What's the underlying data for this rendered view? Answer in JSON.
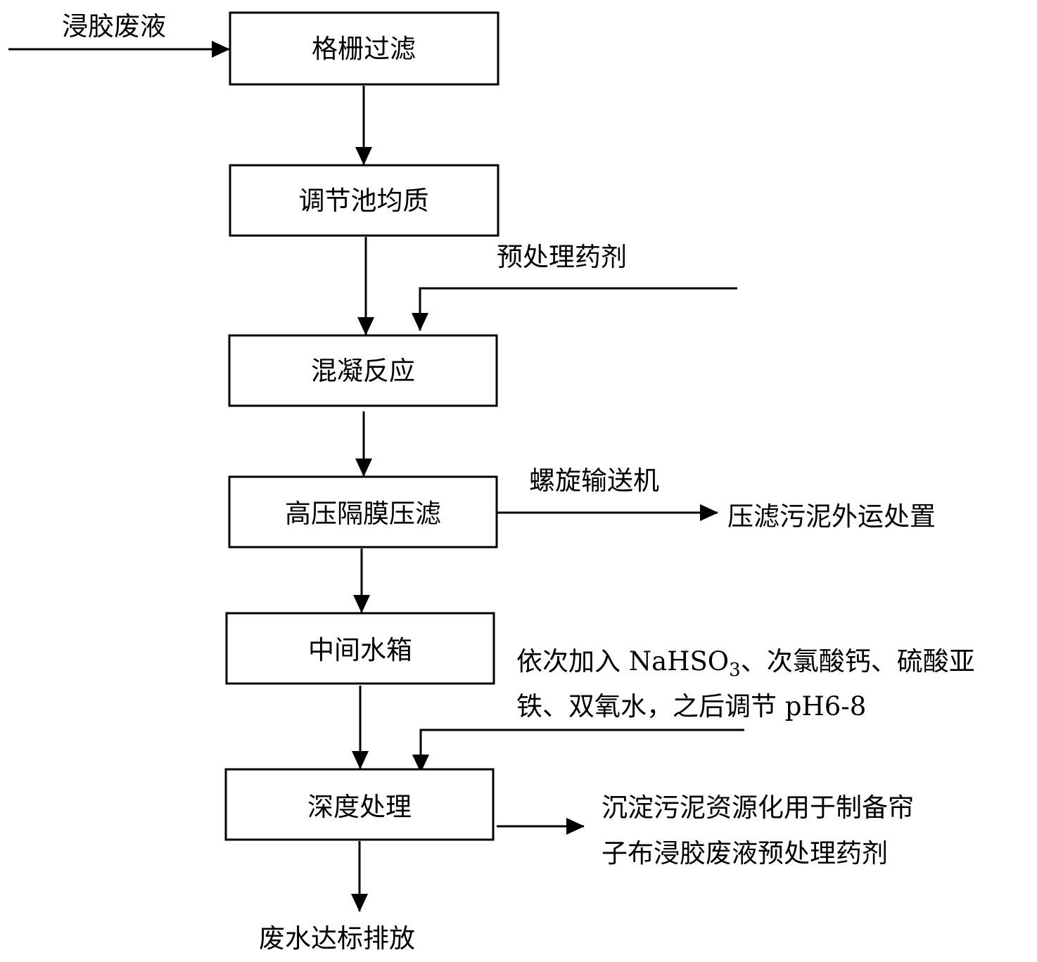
{
  "input_label": "浸胶废液",
  "steps": [
    {
      "id": "step1",
      "label": "格栅过滤"
    },
    {
      "id": "step2",
      "label": "调节池均质"
    },
    {
      "id": "step3",
      "label": "混凝反应"
    },
    {
      "id": "step4",
      "label": "高压隔膜压滤"
    },
    {
      "id": "step5",
      "label": "中间水箱"
    },
    {
      "id": "step6",
      "label": "深度处理"
    }
  ],
  "pretreatment_agent_label": "预处理药剂",
  "conveyor_label": "螺旋输送机",
  "sludge_out_label": "压滤污泥外运处置",
  "advanced_reagents": {
    "line1_prefix": "依次加入 NaHSO",
    "line1_sub": "3",
    "line1_suffix": "、次氯酸钙、硫酸亚",
    "line2": "铁、双氧水，之后调节 pH6-8"
  },
  "sludge_reuse": {
    "line1": "沉淀污泥资源化用于制备帘",
    "line2": "子布浸胶废液预处理药剂"
  },
  "discharge_label": "废水达标排放"
}
